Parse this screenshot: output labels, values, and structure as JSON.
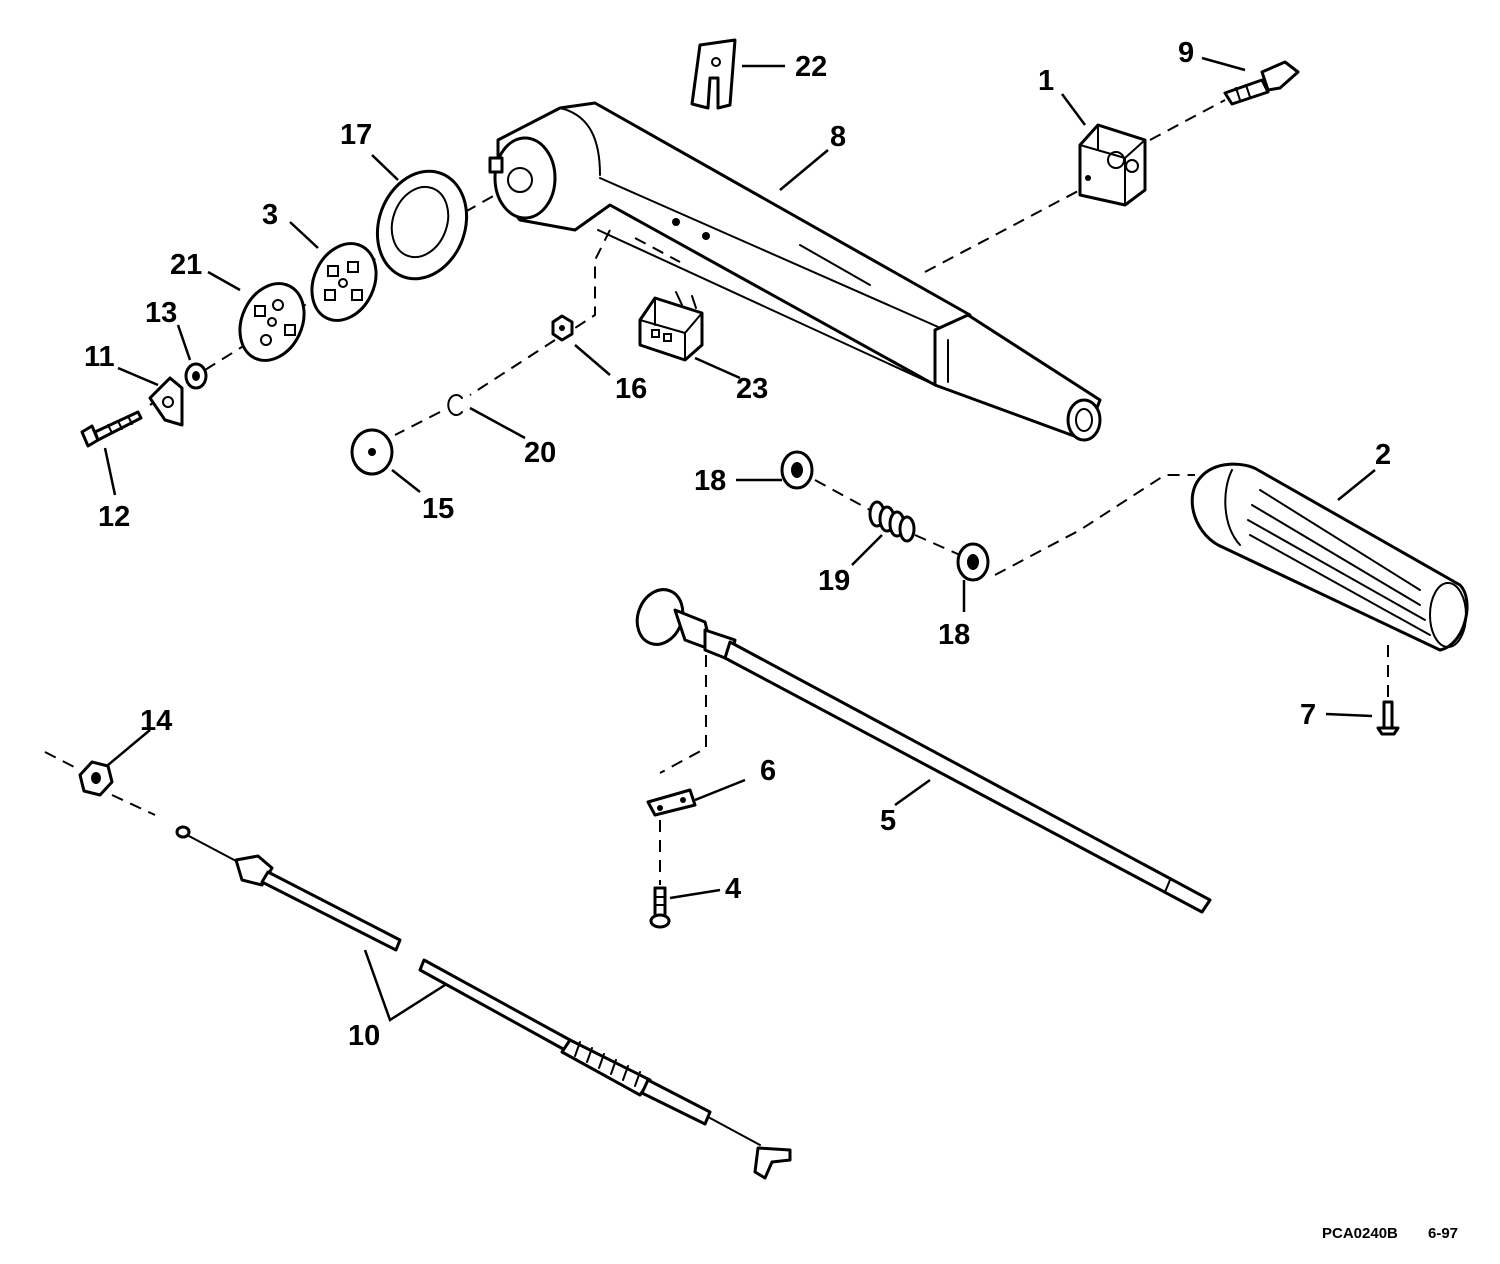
{
  "callouts": {
    "c1": "1",
    "c2": "2",
    "c3": "3",
    "c4": "4",
    "c5": "5",
    "c6": "6",
    "c7": "7",
    "c8": "8",
    "c9": "9",
    "c10": "10",
    "c11": "11",
    "c12": "12",
    "c13": "13",
    "c14": "14",
    "c15": "15",
    "c16": "16",
    "c17": "17",
    "c18a": "18",
    "c18b": "18",
    "c19": "19",
    "c20": "20",
    "c21": "21",
    "c22": "22",
    "c23": "23"
  },
  "footer": {
    "code": "PCA0240B",
    "date": "6-97"
  },
  "colors": {
    "ink": "#000000",
    "background": "#ffffff"
  }
}
